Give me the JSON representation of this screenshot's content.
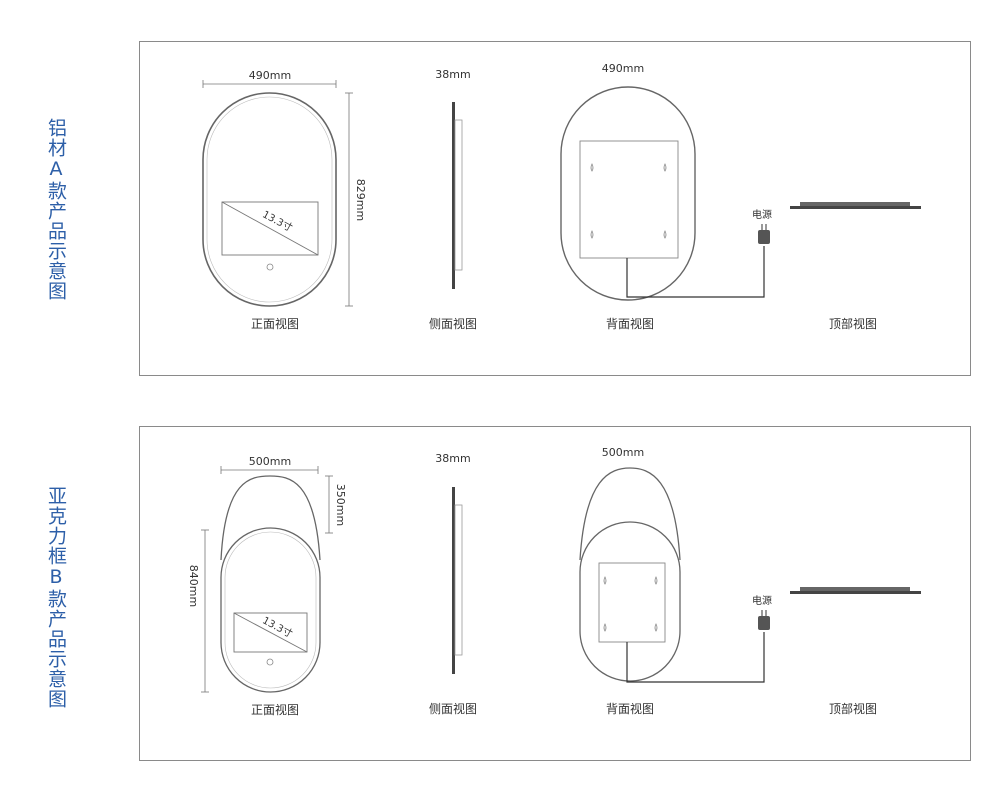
{
  "variant_a": {
    "title": "铝材A款产品示意图",
    "front": {
      "width": "490mm",
      "height": "829mm",
      "screen": "13.3寸",
      "caption": "正面视图"
    },
    "side": {
      "thickness": "38mm",
      "caption": "侧面视图"
    },
    "back": {
      "width": "490mm",
      "power": "电源",
      "caption": "背面视图"
    },
    "top": {
      "caption": "顶部视图"
    }
  },
  "variant_b": {
    "title": "亚克力框B款产品示意图",
    "front": {
      "width": "500mm",
      "top_height": "350mm",
      "height": "840mm",
      "screen": "13.3寸",
      "caption": "正面视图"
    },
    "side": {
      "thickness": "38mm",
      "caption": "侧面视图"
    },
    "back": {
      "width": "500mm",
      "power": "电源",
      "caption": "背面视图"
    },
    "top": {
      "caption": "顶部视图"
    }
  }
}
